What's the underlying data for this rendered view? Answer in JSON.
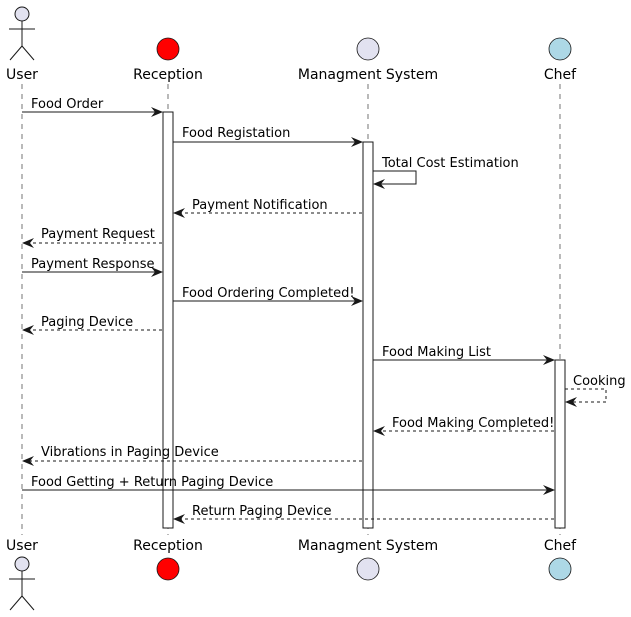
{
  "diagram": {
    "participants": [
      {
        "id": "user",
        "label": "User",
        "kind": "actor",
        "color": "#e2e2f0"
      },
      {
        "id": "reception",
        "label": "Reception",
        "kind": "entity",
        "color": "#ff0000"
      },
      {
        "id": "system",
        "label": "Managment System",
        "kind": "entity",
        "color": "#e2e2f0"
      },
      {
        "id": "chef",
        "label": "Chef",
        "kind": "entity",
        "color": "#add8e6"
      }
    ],
    "messages": [
      {
        "from": "user",
        "to": "reception",
        "label": "Food Order",
        "style": "solid"
      },
      {
        "from": "reception",
        "to": "system",
        "label": "Food Registation",
        "style": "solid"
      },
      {
        "from": "system",
        "to": "system",
        "label": "Total Cost Estimation",
        "style": "solid"
      },
      {
        "from": "system",
        "to": "reception",
        "label": "Payment Notification",
        "style": "dashed"
      },
      {
        "from": "reception",
        "to": "user",
        "label": "Payment Request",
        "style": "dashed"
      },
      {
        "from": "user",
        "to": "reception",
        "label": "Payment Response",
        "style": "solid"
      },
      {
        "from": "reception",
        "to": "system",
        "label": "Food Ordering Completed!",
        "style": "solid"
      },
      {
        "from": "reception",
        "to": "user",
        "label": "Paging Device",
        "style": "dashed"
      },
      {
        "from": "system",
        "to": "chef",
        "label": "Food Making List",
        "style": "solid"
      },
      {
        "from": "chef",
        "to": "chef",
        "label": "Cooking",
        "style": "dashed"
      },
      {
        "from": "chef",
        "to": "system",
        "label": "Food Making Completed!",
        "style": "dashed"
      },
      {
        "from": "system",
        "to": "user",
        "label": "Vibrations in Paging Device",
        "style": "dashed"
      },
      {
        "from": "user",
        "to": "chef",
        "label": "Food Getting + Return Paging Device",
        "style": "solid"
      },
      {
        "from": "chef",
        "to": "reception",
        "label": "Return Paging Device",
        "style": "dashed"
      }
    ]
  }
}
